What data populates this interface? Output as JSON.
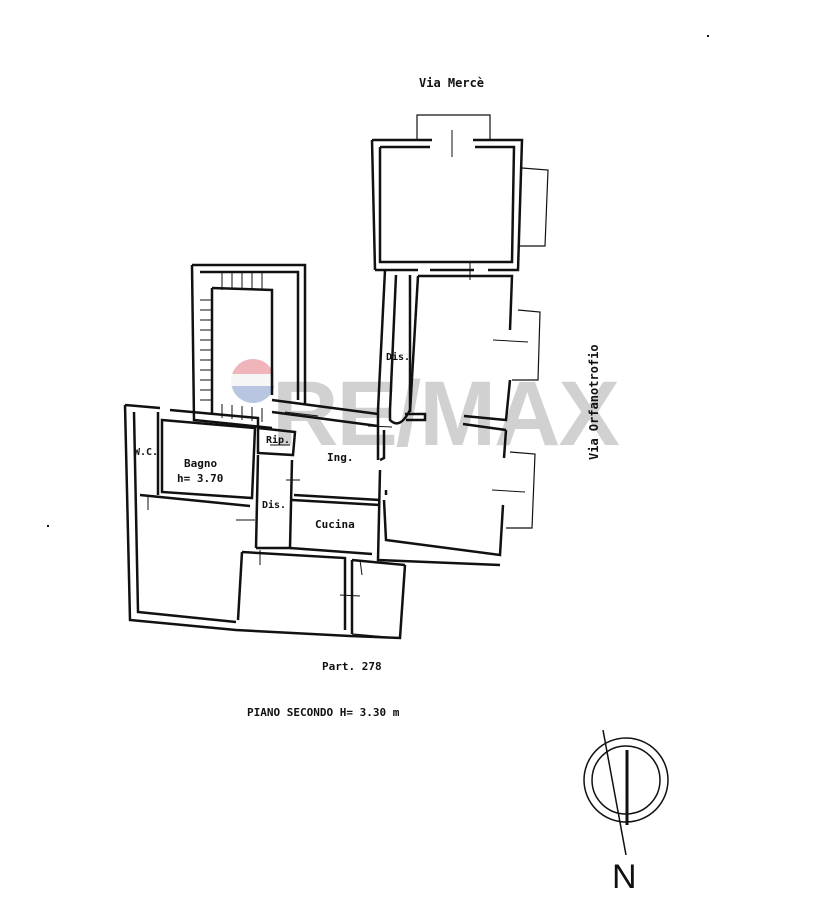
{
  "plan": {
    "floor_title": "PIANO SECONDO H= 3.30 m",
    "parcel": "Part. 278",
    "streets": {
      "north": "Via Mercè",
      "east": "Via Orfanotrofio"
    },
    "rooms": [
      {
        "id": "wc",
        "label": "W.C."
      },
      {
        "id": "bagno",
        "label": "Bagno",
        "height_label": "h= 3.70"
      },
      {
        "id": "rip",
        "label": "Rip."
      },
      {
        "id": "ing",
        "label": "Ing."
      },
      {
        "id": "dis_corridor_north",
        "label": "Dis."
      },
      {
        "id": "dis_small",
        "label": "Dis."
      },
      {
        "id": "cucina",
        "label": "Cucina"
      }
    ],
    "compass": {
      "label": "N"
    },
    "watermark": {
      "text": "RE/MAX",
      "colors": {
        "balloon_top": "#e8a0a8",
        "balloon_bottom": "#a8b8d8",
        "text": "#c9c9c9"
      }
    },
    "line_color": "#111111"
  }
}
